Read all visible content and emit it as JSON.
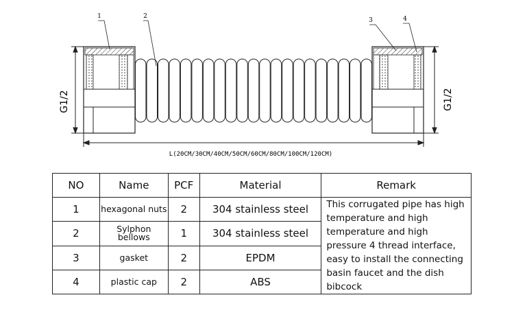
{
  "callouts": [
    "1",
    "2",
    "3",
    "4"
  ],
  "dims": {
    "thread_left": "G1/2",
    "thread_right": "G1/2",
    "length_label": "L(20CM/30CM/40CM/50CM/60CM/80CM/100CM/120CM)"
  },
  "table": {
    "headers": [
      "NO",
      "Name",
      "PCF",
      "Material",
      "Remark"
    ],
    "rows": [
      {
        "no": "1",
        "name": "hexagonal nuts",
        "pcf": "2",
        "material": "304 stainless steel"
      },
      {
        "no": "2",
        "name": "Sylphon bellows",
        "pcf": "1",
        "material": "304 stainless steel"
      },
      {
        "no": "3",
        "name": "gasket",
        "pcf": "2",
        "material": "EPDM"
      },
      {
        "no": "4",
        "name": "plastic cap",
        "pcf": "2",
        "material": "ABS"
      }
    ],
    "remark": "This corrugated pipe has high temperature and high temperature and high pressure 4 thread interface, easy to install the connecting basin faucet and the dish bibcock"
  }
}
